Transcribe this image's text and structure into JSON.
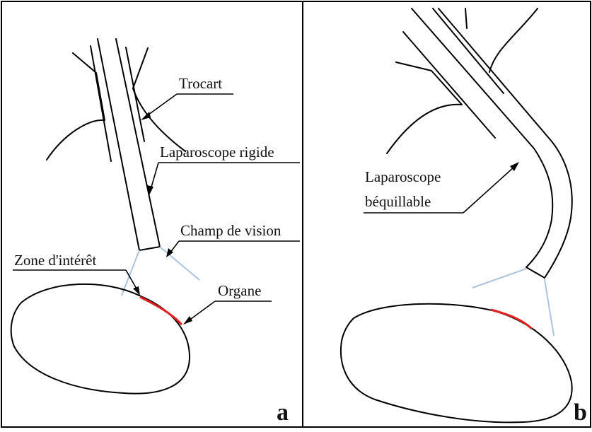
{
  "panel_a": {
    "letter": "a",
    "labels": {
      "trocart": "Trocart",
      "laparoscope": "Laparoscope rigide",
      "champ": "Champ de vision",
      "zone": "Zone d'intérêt",
      "organe": "Organe"
    }
  },
  "panel_b": {
    "letter": "b",
    "labels": {
      "laparoscope_line1": "Laparoscope",
      "laparoscope_line2": "béquillable"
    }
  },
  "colors": {
    "field_of_view": "#aac4e0",
    "zone_of_interest": "#e02020",
    "outline": "#000000"
  }
}
